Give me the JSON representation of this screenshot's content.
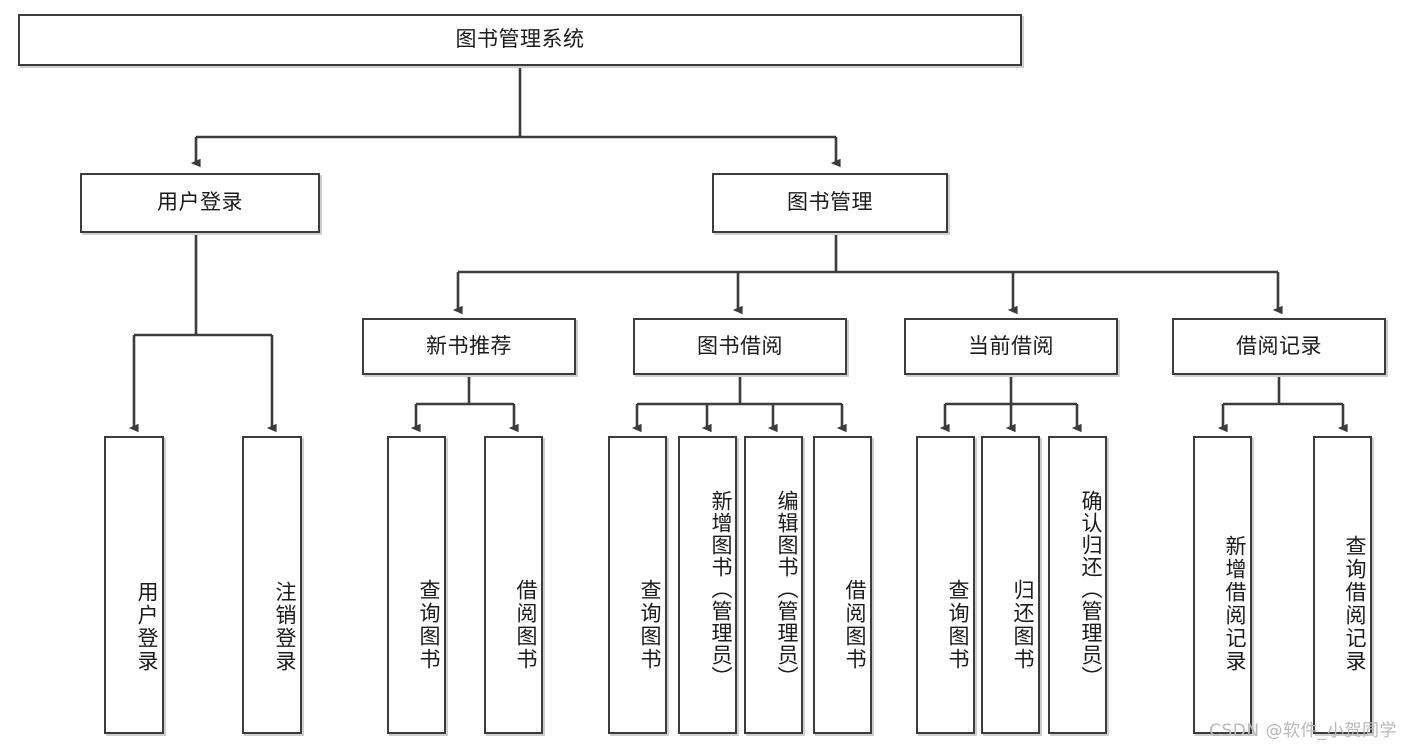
{
  "diagram": {
    "title_node": {
      "label": "图书管理系统"
    },
    "level2": [
      {
        "id": "user-login",
        "label": "用户登录"
      },
      {
        "id": "book-manage",
        "label": "图书管理"
      }
    ],
    "level3": [
      {
        "id": "new-book-recommend",
        "label": "新书推荐"
      },
      {
        "id": "book-borrow",
        "label": "图书借阅"
      },
      {
        "id": "current-borrow",
        "label": "当前借阅"
      },
      {
        "id": "borrow-record",
        "label": "借阅记录"
      }
    ],
    "leaves": {
      "user_login": [
        {
          "id": "leaf-user-login",
          "label": "用户登录"
        },
        {
          "id": "leaf-logout-login",
          "label": "注销登录"
        }
      ],
      "new_book_recommend": [
        {
          "id": "leaf-query-book-1",
          "label": "查询图书"
        },
        {
          "id": "leaf-borrow-book-1",
          "label": "借阅图书"
        }
      ],
      "book_borrow": [
        {
          "id": "leaf-query-book-2",
          "label": "查询图书"
        },
        {
          "id": "leaf-add-book",
          "label": "新增图书（管理员）"
        },
        {
          "id": "leaf-edit-book",
          "label": "编辑图书（管理员）"
        },
        {
          "id": "leaf-borrow-book-2",
          "label": "借阅图书"
        }
      ],
      "current_borrow": [
        {
          "id": "leaf-query-book-3",
          "label": "查询图书"
        },
        {
          "id": "leaf-return-book",
          "label": "归还图书"
        },
        {
          "id": "leaf-confirm-return",
          "label": "确认归还（管理员）"
        }
      ],
      "borrow_record": [
        {
          "id": "leaf-add-record",
          "label": "新增借阅记录"
        },
        {
          "id": "leaf-query-record",
          "label": "查询借阅记录"
        }
      ]
    },
    "watermark": "CSDN @软件_小贺同学",
    "colors": {
      "border": "#3c3c3c",
      "background": "#ffffff",
      "text": "#1b1b1b",
      "watermark": "#b9b9b9"
    }
  }
}
